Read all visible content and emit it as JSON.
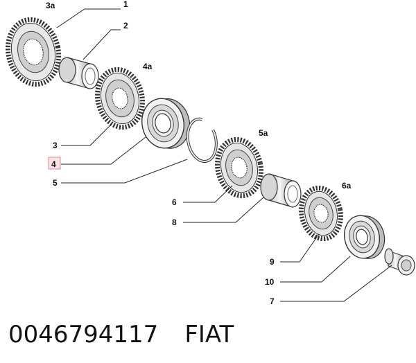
{
  "labels": {
    "l1": "1",
    "l2": "2",
    "l3": "3",
    "l3a": "3a",
    "l4": "4",
    "l4a": "4a",
    "l5": "5",
    "l5a": "5a",
    "l6": "6",
    "l6a": "6a",
    "l7": "7",
    "l8": "8",
    "l9": "9",
    "l10": "10"
  },
  "highlighted_label": "4",
  "colors": {
    "highlight_fill": "#fbe3e6",
    "highlight_border": "#e58a97",
    "line": "#222222"
  },
  "footer": {
    "part_number": "0046794117",
    "brand": "FIAT"
  }
}
